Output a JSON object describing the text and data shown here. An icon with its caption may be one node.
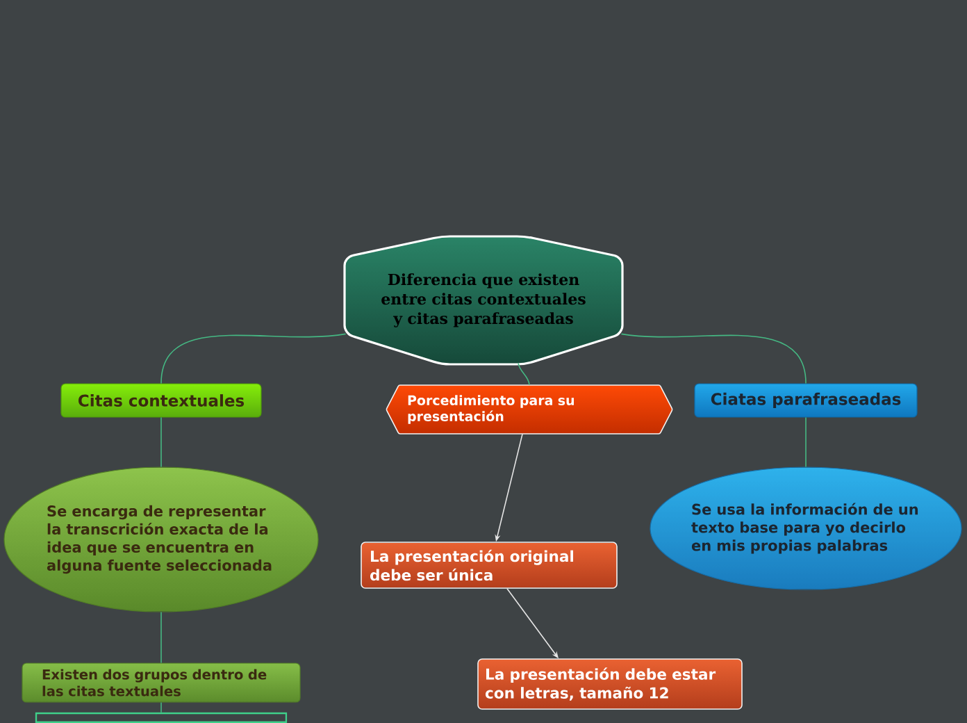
{
  "diagram": {
    "nodes": [
      {
        "text": [
          "Diferencia que existen entre citas contextuales y citas parafraseadas"
        ]
      },
      {
        "text": [
          "Citas contextuales"
        ]
      },
      {
        "text": [
          "Porcedimiento para su presentación"
        ]
      },
      {
        "text": [
          "Ciatas parafraseadas"
        ]
      },
      {
        "text": [
          "Se encarga de representar la transcrición exacta de la idea que se encuentra en alguna fuente seleccionada"
        ]
      },
      {
        "text": [
          "Se usa la información de un texto base para yo decirlo en mis propias palabras"
        ]
      },
      {
        "text": [
          "La presentación original debe ser única"
        ]
      },
      {
        "text": [
          "Existen dos grupos dentro de las citas textuales"
        ]
      },
      {
        "text": [
          "La presentación debe estar con letras, tamaño 12"
        ]
      },
      {
        "text": [],
        "shape": "box"
      }
    ],
    "edges": [
      {
        "from": 0,
        "to": 1,
        "arrow": "none"
      },
      {
        "from": 0,
        "to": 2,
        "arrow": "none"
      },
      {
        "from": 0,
        "to": 3,
        "arrow": "none"
      },
      {
        "from": 1,
        "to": 4,
        "arrow": "none"
      },
      {
        "from": 4,
        "to": 7,
        "arrow": "none"
      },
      {
        "from": 7,
        "to": 9,
        "arrow": "none"
      },
      {
        "from": 3,
        "to": 5,
        "arrow": "none"
      },
      {
        "from": 2,
        "to": 6,
        "arrow": "to",
        "color": "#e6e6e6"
      },
      {
        "from": 6,
        "to": 8,
        "arrow": "to",
        "color": "#e6e6e6"
      }
    ]
  }
}
